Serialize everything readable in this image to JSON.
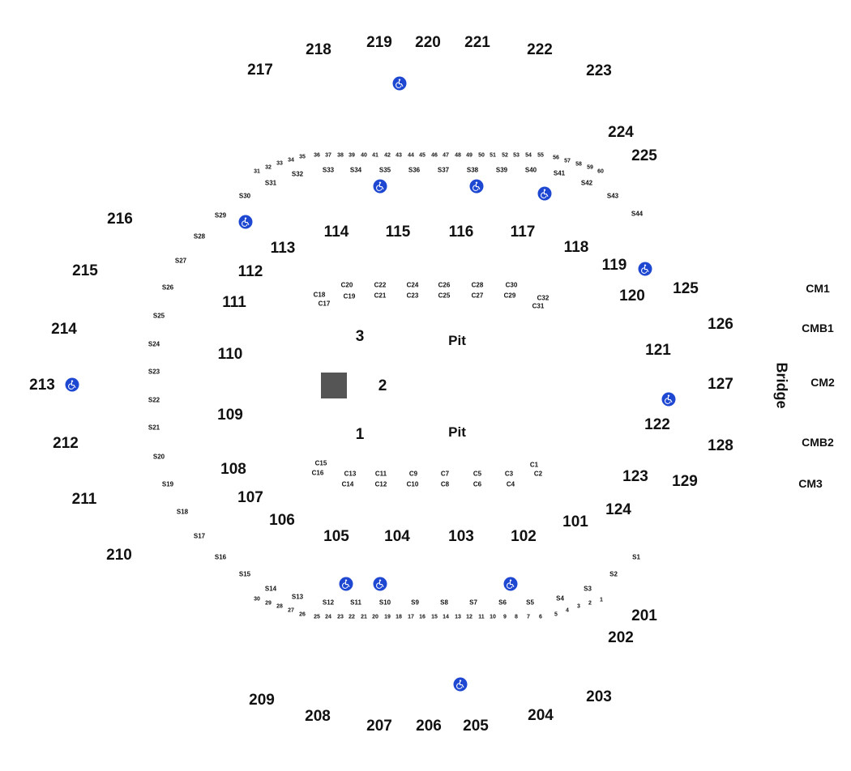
{
  "map": {
    "bridge_label": "Bridge",
    "pit_upper": "Pit",
    "pit_lower": "Pit",
    "floor_sections": [
      "1",
      "2",
      "3"
    ],
    "upper_sections": [
      "201",
      "202",
      "203",
      "204",
      "205",
      "206",
      "207",
      "208",
      "209",
      "210",
      "211",
      "212",
      "213",
      "214",
      "215",
      "216",
      "217",
      "218",
      "219",
      "220",
      "221",
      "222",
      "223",
      "224",
      "225"
    ],
    "lower_sections": [
      "101",
      "102",
      "103",
      "104",
      "105",
      "106",
      "107",
      "108",
      "109",
      "110",
      "111",
      "112",
      "113",
      "114",
      "115",
      "116",
      "117",
      "118",
      "119",
      "120",
      "121",
      "122",
      "123",
      "124",
      "125",
      "126",
      "127",
      "128",
      "129"
    ],
    "cm_sections": [
      "CM1",
      "CMB1",
      "CM2",
      "CMB2",
      "CM3"
    ],
    "s_boxes": [
      "S1",
      "S2",
      "S3",
      "S4",
      "S5",
      "S6",
      "S7",
      "S8",
      "S9",
      "S10",
      "S11",
      "S12",
      "S13",
      "S14",
      "S15",
      "S16",
      "S17",
      "S18",
      "S19",
      "S20",
      "S21",
      "S22",
      "S23",
      "S24",
      "S25",
      "S26",
      "S27",
      "S28",
      "S29",
      "S30",
      "S31",
      "S32",
      "S33",
      "S34",
      "S35",
      "S36",
      "S37",
      "S38",
      "S39",
      "S40",
      "S41",
      "S42",
      "S43",
      "S44"
    ],
    "c_boxes": [
      "C1",
      "C2",
      "C3",
      "C4",
      "C5",
      "C6",
      "C7",
      "C8",
      "C9",
      "C10",
      "C11",
      "C12",
      "C13",
      "C14",
      "C15",
      "C16",
      "C17",
      "C18",
      "C19",
      "C20",
      "C21",
      "C22",
      "C23",
      "C24",
      "C25",
      "C26",
      "C27",
      "C28",
      "C29",
      "C30",
      "C31",
      "C32"
    ],
    "top_row_numbers": [
      "31",
      "32",
      "33",
      "34",
      "35",
      "36",
      "37",
      "38",
      "39",
      "40",
      "41",
      "42",
      "43",
      "44",
      "45",
      "46",
      "47",
      "48",
      "49",
      "50",
      "51",
      "52",
      "53",
      "54",
      "55",
      "56",
      "57",
      "58",
      "59",
      "60"
    ],
    "bottom_row_numbers": [
      "1",
      "2",
      "3",
      "4",
      "5",
      "6",
      "7",
      "8",
      "9",
      "10",
      "11",
      "12",
      "13",
      "14",
      "15",
      "16",
      "17",
      "18",
      "19",
      "20",
      "21",
      "22",
      "23",
      "24",
      "25",
      "26",
      "27",
      "28",
      "29",
      "30"
    ],
    "accessibility_icon": "wheelchair-icon",
    "accessibility_color": "#1e47d2",
    "stage_color": "#555555"
  }
}
